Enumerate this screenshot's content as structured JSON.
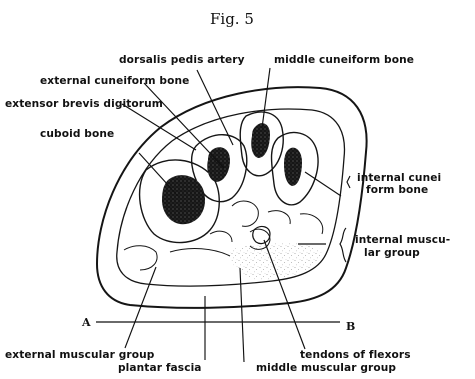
{
  "figure": {
    "title": "Fig. 5",
    "labels": {
      "dorsalis_pedis_artery": "dorsalis pedis artery",
      "middle_cuneiform_bone": "middle cuneiform bone",
      "external_cuneiform_bone": "external cuneiform bone",
      "extensor_brevis_digitorum": "extensor brevis digitorum",
      "cuboid_bone": "cuboid bone",
      "internal_cuneiform_line1": "internal cunei",
      "internal_cuneiform_line2": "form bone",
      "internal_muscular_line1": "internal muscu-",
      "internal_muscular_line2": "lar group",
      "external_muscular_group": "external muscular group",
      "plantar_fascia": "plantar fascia",
      "tendons_of_flexors": "tendons of flexors",
      "middle_muscular_group": "middle muscular group"
    },
    "section_line": {
      "left": "A",
      "right": "B"
    }
  }
}
